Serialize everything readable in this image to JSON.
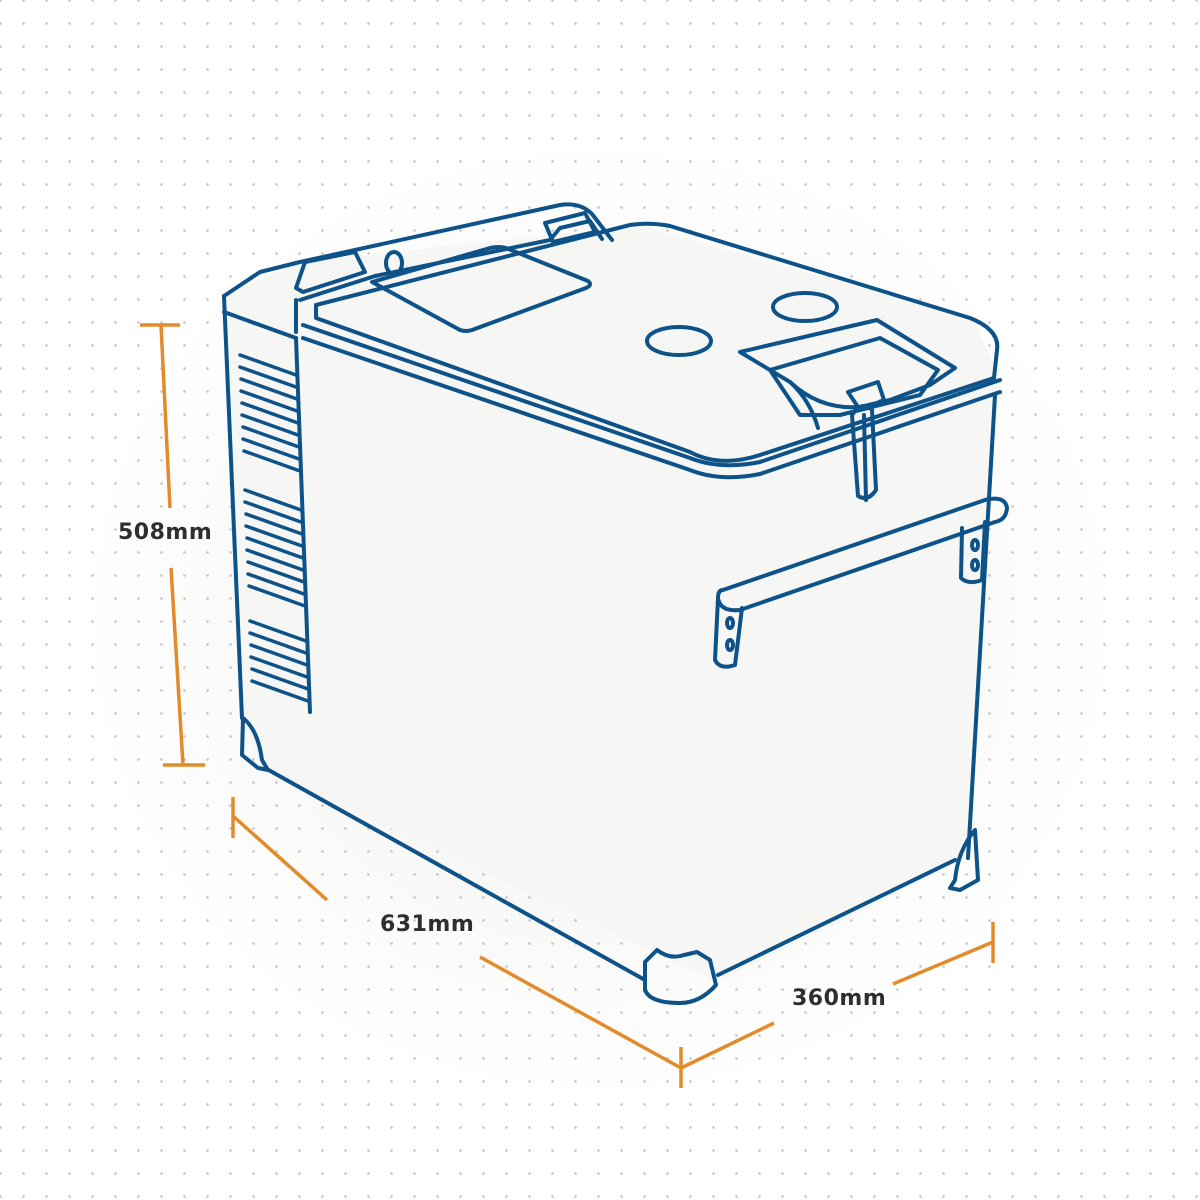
{
  "diagram": {
    "subject": "portable fridge/cooler isometric line drawing",
    "line_color": "#0d5288",
    "dimension_color": "#e38a2a",
    "text_color": "#2e2e2e"
  },
  "dimensions": {
    "height": {
      "label": "508mm"
    },
    "length": {
      "label": "631mm"
    },
    "depth": {
      "label": "360mm"
    }
  }
}
